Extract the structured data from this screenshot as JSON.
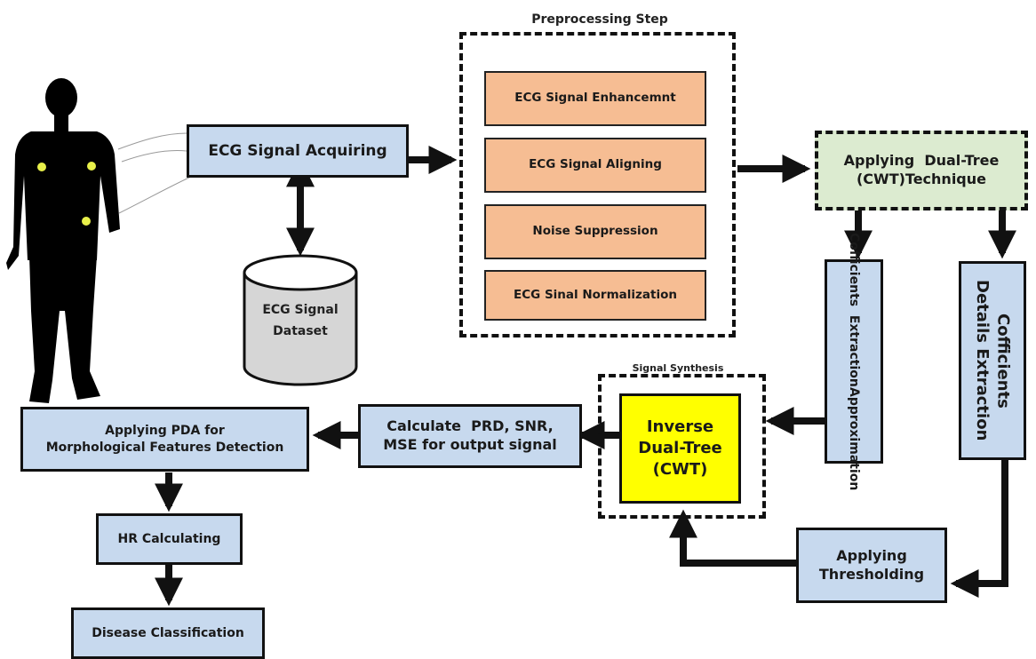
{
  "preprocessing": {
    "title": "Preprocessing Step",
    "steps": [
      "ECG Signal Enhancemnt",
      "ECG Signal Aligning",
      "Noise Suppression",
      "ECG Sinal Normalization"
    ]
  },
  "acquire": "ECG Signal Acquiring",
  "dataset": {
    "line1": "ECG Signal",
    "line2": "Dataset"
  },
  "dualtree": {
    "line1": "Applying  Dual-Tree",
    "line2": "(CWT)Technique"
  },
  "approx": {
    "line1": "Approximation",
    "line2": "Cofficients  Extraction"
  },
  "details": {
    "line1": "Cofficients",
    "line2": "Details Extraction"
  },
  "synthesis": {
    "title": "Signal Synthesis",
    "inverse": {
      "line1": "Inverse",
      "line2": "Dual-Tree",
      "line3": "(CWT)"
    }
  },
  "thresholding": {
    "line1": "Applying",
    "line2": "Thresholding"
  },
  "calculate": {
    "line1": "Calculate  PRD, SNR,",
    "line2": "MSE for output signal"
  },
  "pda": {
    "line1": "Applying PDA for",
    "line2": "Morphological Features Detection"
  },
  "hr": "HR Calculating",
  "disease": "Disease Classification",
  "colors": {
    "box_blue": "#c7d9ee",
    "box_orange": "#f6bd93",
    "box_green": "#dcebd0",
    "box_yellow": "#ffff00",
    "body": "#000000",
    "electrode": "#e8f04a"
  }
}
